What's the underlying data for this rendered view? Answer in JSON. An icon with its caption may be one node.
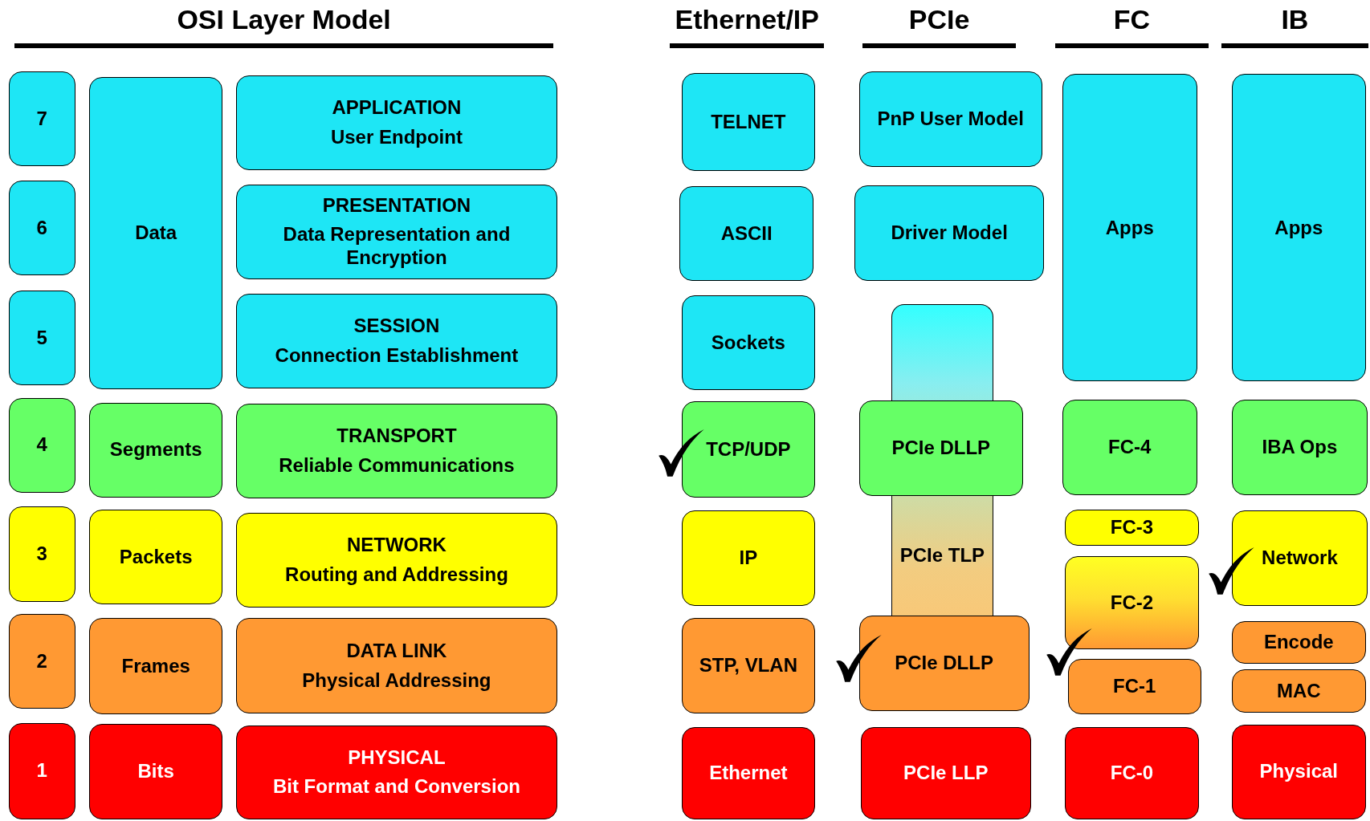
{
  "diagram": {
    "nodes": [
      {
        "text": [
          "7"
        ]
      },
      {
        "text": [
          "6"
        ]
      },
      {
        "text": [
          "5"
        ]
      },
      {
        "text": [
          "4"
        ]
      },
      {
        "text": [
          "3"
        ]
      },
      {
        "text": [
          "2"
        ]
      },
      {
        "text": [
          "1"
        ]
      },
      {
        "text": [
          "Data"
        ]
      },
      {
        "text": [
          "Segments"
        ]
      },
      {
        "text": [
          "Packets"
        ]
      },
      {
        "text": [
          "Frames"
        ]
      },
      {
        "text": [
          "Bits"
        ]
      },
      {
        "text": [
          "APPLICATION",
          "User Endpoint"
        ]
      },
      {
        "text": [
          "PRESENTATION",
          "Data Representation and Encryption"
        ]
      },
      {
        "text": [
          "SESSION",
          "Connection Establishment"
        ]
      },
      {
        "text": [
          "TRANSPORT",
          "Reliable Communications"
        ]
      },
      {
        "text": [
          "NETWORK",
          "Routing and Addressing"
        ]
      },
      {
        "text": [
          "DATA LINK",
          "Physical Addressing"
        ]
      },
      {
        "text": [
          "PHYSICAL",
          "Bit Format and Conversion"
        ]
      },
      {
        "text": [
          "TELNET"
        ]
      },
      {
        "text": [
          "ASCII"
        ]
      },
      {
        "text": [
          "Sockets"
        ]
      },
      {
        "text": [
          "TCP/UDP"
        ]
      },
      {
        "text": [
          "IP"
        ]
      },
      {
        "text": [
          "STP, VLAN"
        ]
      },
      {
        "text": [
          "Ethernet"
        ]
      },
      {
        "text": [
          "PnP User Model"
        ]
      },
      {
        "text": [
          "Driver Model"
        ]
      },
      {
        "text": [],
        "shape": "bar"
      },
      {
        "text": [
          "PCIe TLP"
        ]
      },
      {
        "text": [
          "PCIe DLLP"
        ]
      },
      {
        "text": [
          "PCIe DLLP"
        ]
      },
      {
        "text": [
          "PCIe LLP"
        ]
      },
      {
        "text": [
          "Apps"
        ]
      },
      {
        "text": [
          "FC-4"
        ]
      },
      {
        "text": [
          "FC-3"
        ]
      },
      {
        "text": [
          "FC-2"
        ]
      },
      {
        "text": [
          "FC-1"
        ]
      },
      {
        "text": [
          "FC-0"
        ]
      },
      {
        "text": [
          "Apps"
        ]
      },
      {
        "text": [
          "IBA Ops"
        ]
      },
      {
        "text": [
          "Network"
        ]
      },
      {
        "text": [
          "Encode"
        ]
      },
      {
        "text": [
          "MAC"
        ]
      },
      {
        "text": [
          "Physical"
        ]
      }
    ],
    "edges": [],
    "labels": [
      "OSI Layer Model",
      "Ethernet/IP",
      "PCIe",
      "FC",
      "IB"
    ]
  }
}
